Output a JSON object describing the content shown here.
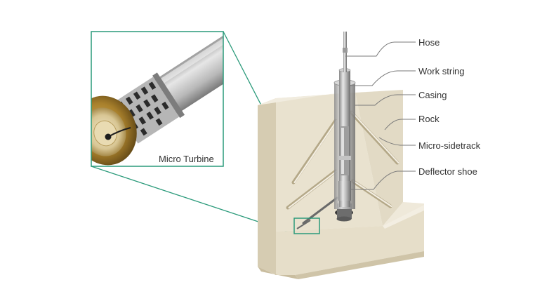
{
  "colors": {
    "accent": "#2a9a7a",
    "rock_face": "#e8e0cc",
    "rock_side": "#d9cfb6",
    "rock_top": "#efe9da",
    "callout_line": "#7a7a7a",
    "label_text": "#333333"
  },
  "labels": {
    "hose": "Hose",
    "work_string": "Work string",
    "casing": "Casing",
    "rock": "Rock",
    "micro_sidetrack": "Micro-sidetrack",
    "deflector_shoe": "Deflector shoe",
    "micro_turbine": "Micro Turbine"
  }
}
